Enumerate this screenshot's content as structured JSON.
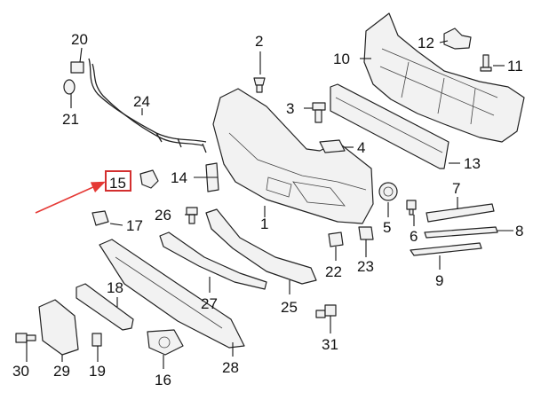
{
  "callouts": {
    "c1": "1",
    "c2": "2",
    "c3": "3",
    "c4": "4",
    "c5": "5",
    "c6": "6",
    "c7": "7",
    "c8": "8",
    "c9": "9",
    "c10": "10",
    "c11": "11",
    "c12": "12",
    "c13": "13",
    "c14": "14",
    "c15": "15",
    "c16": "16",
    "c17": "17",
    "c18": "18",
    "c19": "19",
    "c20": "20",
    "c21": "21",
    "c22": "22",
    "c23": "23",
    "c24": "24",
    "c25": "25",
    "c26": "26",
    "c27": "27",
    "c28": "28",
    "c29": "29",
    "c30": "30",
    "c31": "31"
  },
  "highlight": {
    "target_callout": "15",
    "box_color": "#d32f2f",
    "arrow_color": "#e53935"
  }
}
